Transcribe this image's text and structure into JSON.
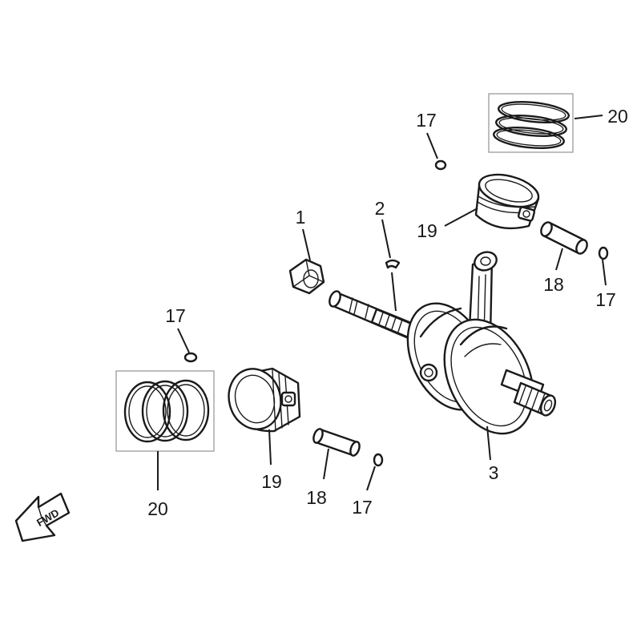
{
  "callouts": {
    "nut": "1",
    "key": "2",
    "crankshaft": "3",
    "circlip_top": "17",
    "circlip_right": "17",
    "circlip_left": "17",
    "circlip_bottom": "17",
    "pin_right": "18",
    "pin_bottom": "18",
    "piston_top": "19",
    "piston_bottom": "19",
    "rings_top": "20",
    "rings_bottom": "20"
  },
  "direction_label": "FWD"
}
